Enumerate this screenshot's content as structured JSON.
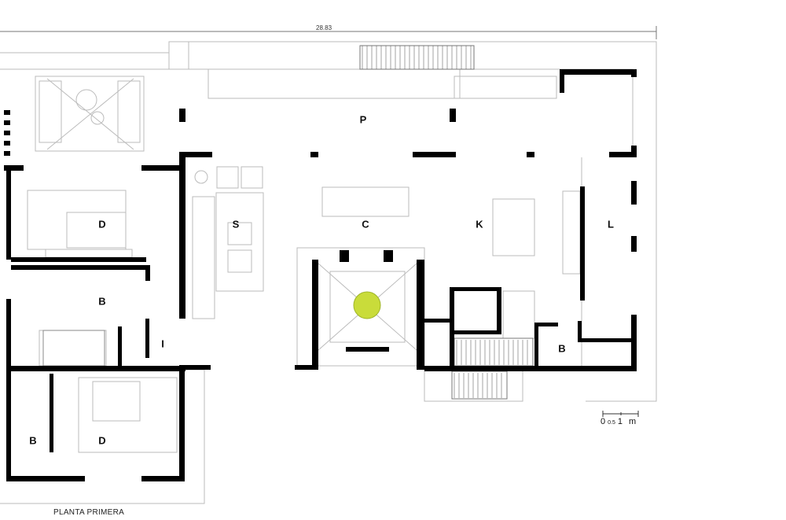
{
  "title": "PLANTA PRIMERA",
  "overall_dimension": "28.83",
  "scale_bar": {
    "zero": "0",
    "half": "0.5",
    "one": "1",
    "unit": "m"
  },
  "rooms": {
    "terrace": "P",
    "bedroom_top": "D",
    "living": "S",
    "dining": "C",
    "kitchen": "K",
    "laundry": "L",
    "bath_left": "B",
    "hall": "I",
    "bath_right": "B",
    "bath_bottom": "B",
    "bedroom_bottom": "D"
  },
  "colors": {
    "wall": "#000000",
    "line": "#bbbbbb",
    "tree": "#c9dc3a"
  }
}
